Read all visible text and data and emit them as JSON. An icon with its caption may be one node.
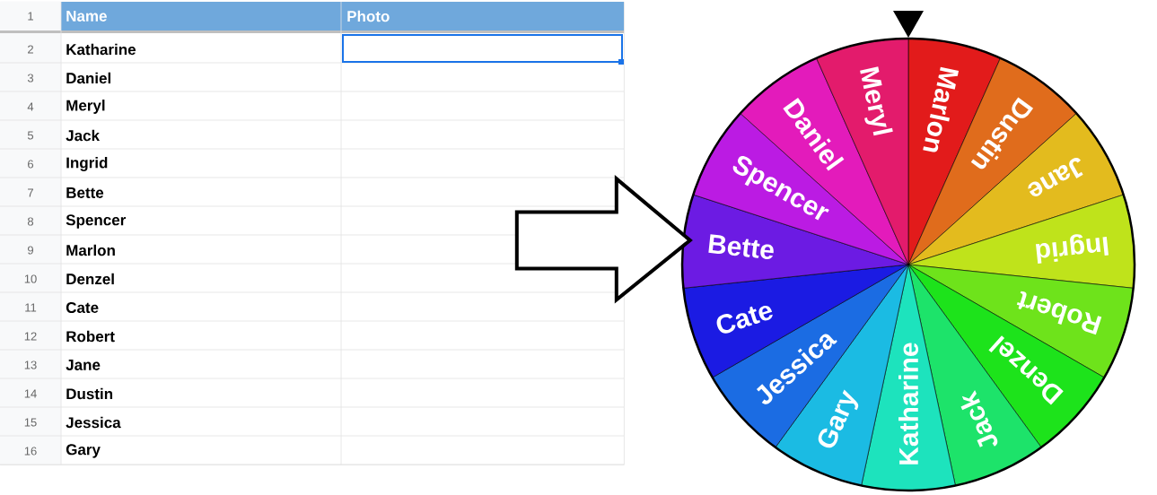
{
  "diagram": {
    "nodes": [
      {
        "text": [],
        "shape": "table"
      },
      {
        "text": [],
        "shape": "circle"
      },
      {
        "text": [
          "Marlon"
        ],
        "in": 1
      },
      {
        "text": [
          "Dustin"
        ],
        "in": 1
      },
      {
        "text": [
          "Jane"
        ],
        "in": 1
      },
      {
        "text": [
          "Ingrid"
        ],
        "in": 1
      },
      {
        "text": [
          "Robert"
        ],
        "in": 1
      },
      {
        "text": [
          "Denzel"
        ],
        "in": 1
      },
      {
        "text": [
          "Jack"
        ],
        "in": 1
      },
      {
        "text": [
          "Katharine"
        ],
        "in": 1
      },
      {
        "text": [
          "Gary"
        ],
        "in": 1
      },
      {
        "text": [
          "Jessica"
        ],
        "in": 1
      },
      {
        "text": [
          "Cate"
        ],
        "in": 1
      },
      {
        "text": [
          "Bette"
        ],
        "in": 1
      },
      {
        "text": [
          "Spencer"
        ],
        "in": 1
      },
      {
        "text": [
          "Daniel"
        ],
        "in": 1
      },
      {
        "text": [
          "Meryl"
        ],
        "in": 1
      }
    ],
    "edges": [
      {
        "from": 0,
        "to": 1,
        "arrow": "to"
      }
    ],
    "labels": [
      "1",
      "Name",
      "Photo",
      "2",
      "Katharine",
      "3",
      "Daniel",
      "4",
      "Meryl",
      "5",
      "Jack",
      "6",
      "Ingrid",
      "7",
      "Bette",
      "8",
      "Spencer",
      "9",
      "Marlon",
      "10",
      "Denzel",
      "11",
      "Cate",
      "12",
      "Robert",
      "13",
      "Jane",
      "14",
      "Dustin",
      "15",
      "Jessica",
      "16",
      "Gary"
    ]
  }
}
